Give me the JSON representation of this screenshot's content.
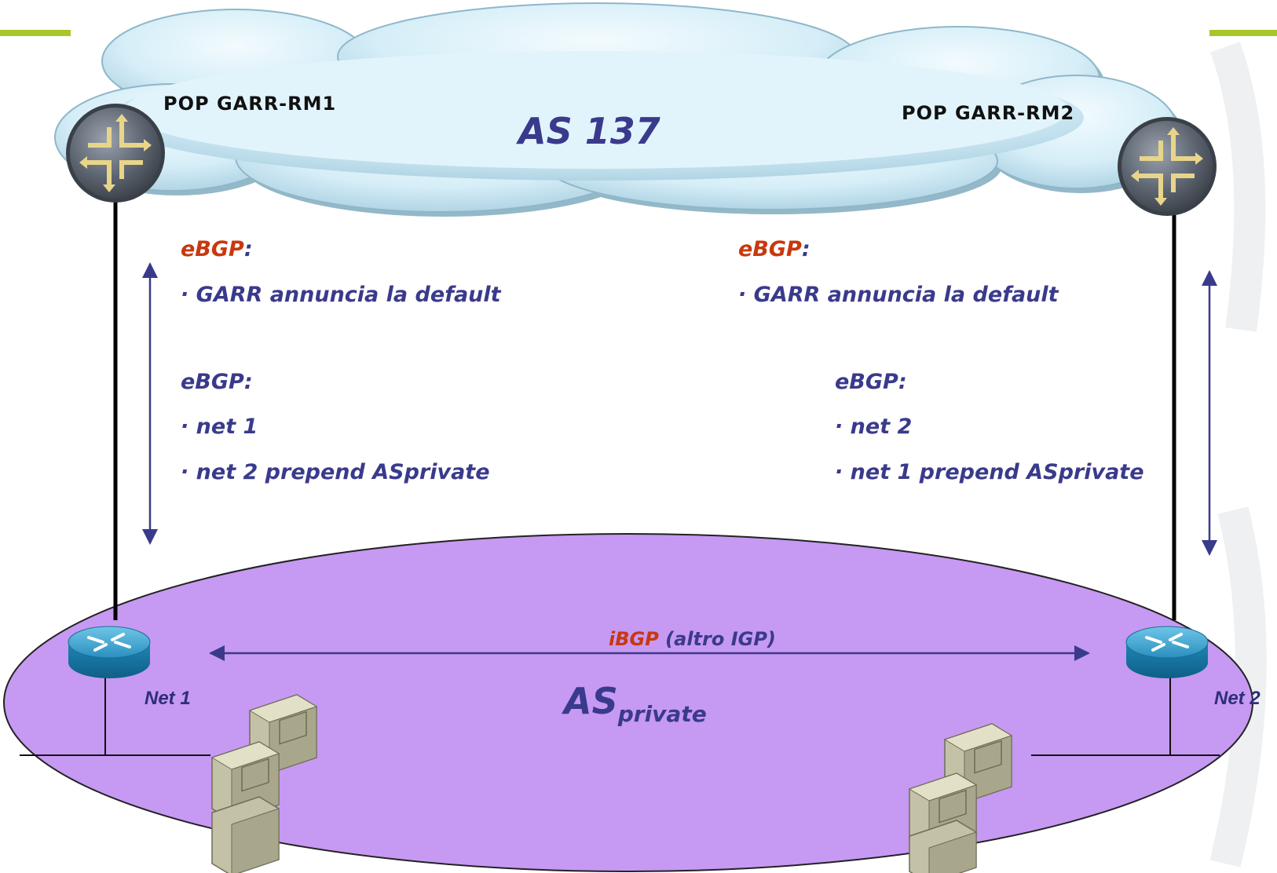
{
  "cloud": {
    "as_label": "AS 137"
  },
  "pops": {
    "left": "POP GARR-RM1",
    "right": "POP GARR-RM2"
  },
  "left_notes": {
    "ebgp_label": "eBGP",
    "colon": ":",
    "default_bullet": "· GARR annuncia la default",
    "ebgp2_label": "eBGP:",
    "net_bullet": "· net 1",
    "prepend_bullet": "· net 2 prepend ASprivate"
  },
  "right_notes": {
    "ebgp_label": "eBGP",
    "colon": ":",
    "default_bullet": "· GARR annuncia la default",
    "ebgp2_label": "eBGP:",
    "net_bullet": "· net 2",
    "prepend_bullet": "· net 1 prepend ASprivate"
  },
  "ibgp": {
    "label": "iBGP",
    "rest": " (altro IGP)"
  },
  "private_as": {
    "main": "AS",
    "sub": "private"
  },
  "nets": {
    "left": "Net 1",
    "right": "Net 2"
  },
  "colors": {
    "arrow": "#3a3a8c",
    "label_red": "#c8380e",
    "ellipse_fill": "#c699f2",
    "cloud_fill": "#dff3fa",
    "accent_green": "#a8c62a"
  }
}
